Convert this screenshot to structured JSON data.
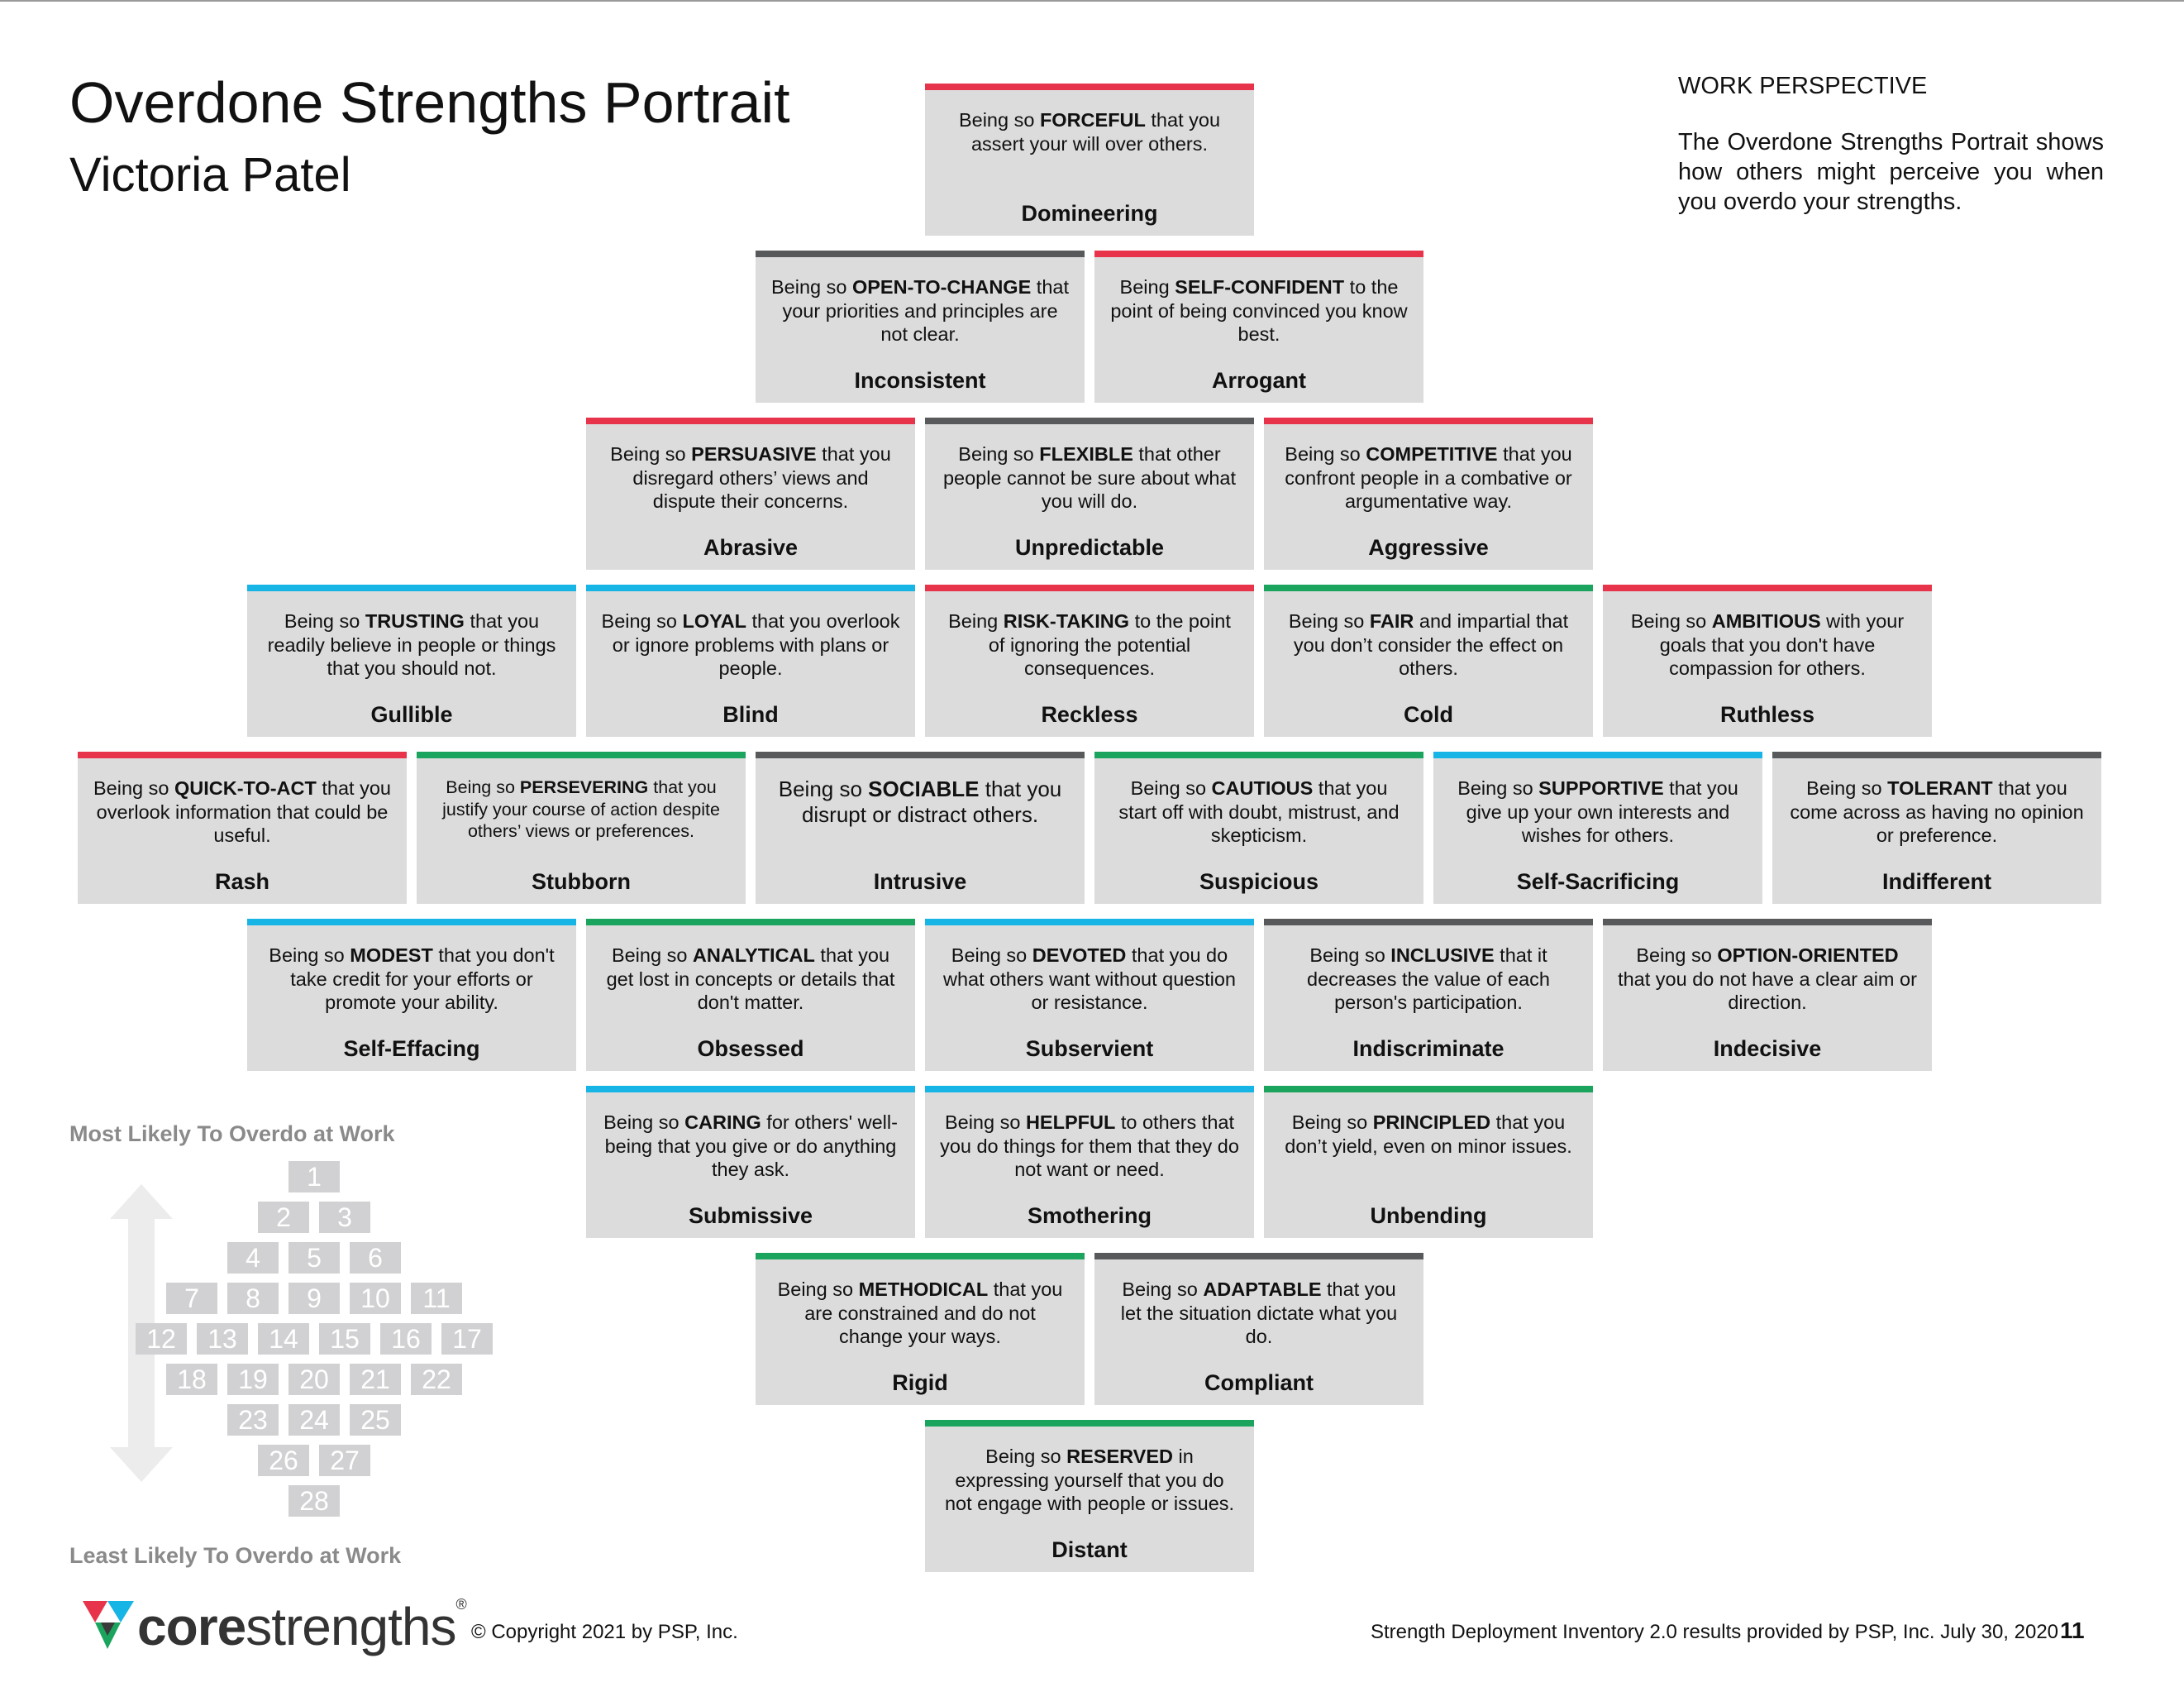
{
  "header": {
    "title": "Overdone Strengths Portrait",
    "subtitle": "Victoria Patel"
  },
  "work_perspective": {
    "label": "WORK PERSPECTIVE",
    "text": "The Overdone Strengths Portrait shows how others might perceive you when you overdo your strengths."
  },
  "colors": {
    "red": "#e8344a",
    "gray": "#58595b",
    "blue": "#17b4e6",
    "green": "#1ba45d",
    "card_bg": "#dcdcdd"
  },
  "cards": [
    {
      "rank": 1,
      "color": "red",
      "pre": "Being so ",
      "bold": "FORCEFUL",
      "post": " that you assert your will over others.",
      "name": "Domineering"
    },
    {
      "rank": 2,
      "color": "gray",
      "pre": "Being so ",
      "bold": "OPEN-TO-CHANGE",
      "post": " that your priorities and principles are not clear.",
      "name": "Inconsistent"
    },
    {
      "rank": 3,
      "color": "red",
      "pre": "Being ",
      "bold": "SELF-CONFIDENT",
      "post": " to the point of being convinced you know best.",
      "name": "Arrogant"
    },
    {
      "rank": 4,
      "color": "red",
      "pre": "Being so ",
      "bold": "PERSUASIVE",
      "post": " that you disregard others’ views and dispute their concerns.",
      "name": "Abrasive"
    },
    {
      "rank": 5,
      "color": "gray",
      "pre": "Being so ",
      "bold": "FLEXIBLE",
      "post": " that other people cannot be sure about what you will do.",
      "name": "Unpredictable"
    },
    {
      "rank": 6,
      "color": "red",
      "pre": "Being so ",
      "bold": "COMPETITIVE",
      "post": " that you confront people in a combative or argumentative way.",
      "name": "Aggressive"
    },
    {
      "rank": 7,
      "color": "blue",
      "pre": "Being so ",
      "bold": "TRUSTING",
      "post": " that you readily believe in people or things that you should not.",
      "name": "Gullible"
    },
    {
      "rank": 8,
      "color": "blue",
      "pre": "Being so ",
      "bold": "LOYAL",
      "post": " that you overlook or ignore problems with plans or people.",
      "name": "Blind"
    },
    {
      "rank": 9,
      "color": "red",
      "pre": "Being ",
      "bold": "RISK-TAKING",
      "post": " to the point of ignoring the potential consequences.",
      "name": "Reckless"
    },
    {
      "rank": 10,
      "color": "green",
      "pre": "Being so ",
      "bold": "FAIR",
      "post": " and impartial that you don’t consider the effect on others.",
      "name": "Cold"
    },
    {
      "rank": 11,
      "color": "red",
      "pre": "Being so ",
      "bold": "AMBITIOUS",
      "post": " with your goals that you don't have compassion for others.",
      "name": "Ruthless"
    },
    {
      "rank": 12,
      "color": "red",
      "pre": "Being so ",
      "bold": "QUICK-TO-ACT",
      "post": " that you overlook information that could be useful.",
      "name": "Rash"
    },
    {
      "rank": 13,
      "color": "green",
      "pre": "Being so ",
      "bold": "PERSEVERING",
      "post": " that you justify your course of action despite others’ views or preferences.",
      "name": "Stubborn",
      "small": true
    },
    {
      "rank": 14,
      "color": "gray",
      "pre": "Being so ",
      "bold": "SOCIABLE",
      "post": " that you disrupt or distract others.",
      "name": "Intrusive",
      "large": true
    },
    {
      "rank": 15,
      "color": "green",
      "pre": "Being so ",
      "bold": "CAUTIOUS",
      "post": " that you start off with doubt, mistrust, and skepticism.",
      "name": "Suspicious"
    },
    {
      "rank": 16,
      "color": "blue",
      "pre": "Being so ",
      "bold": "SUPPORTIVE",
      "post": " that you give up your own interests and wishes for others.",
      "name": "Self-Sacrificing"
    },
    {
      "rank": 17,
      "color": "gray",
      "pre": "Being so ",
      "bold": "TOLERANT",
      "post": " that you come across as having no opinion or preference.",
      "name": "Indifferent"
    },
    {
      "rank": 18,
      "color": "blue",
      "pre": "Being so ",
      "bold": "MODEST",
      "post": " that you don't take credit for your efforts or promote your ability.",
      "name": "Self-Effacing"
    },
    {
      "rank": 19,
      "color": "green",
      "pre": "Being so ",
      "bold": "ANALYTICAL",
      "post": " that you get lost in concepts or details that don't matter.",
      "name": "Obsessed"
    },
    {
      "rank": 20,
      "color": "blue",
      "pre": "Being so ",
      "bold": "DEVOTED",
      "post": " that you do what others want without question or resistance.",
      "name": "Subservient"
    },
    {
      "rank": 21,
      "color": "gray",
      "pre": "Being so ",
      "bold": "INCLUSIVE",
      "post": " that it decreases the value of each person's participation.",
      "name": "Indiscriminate"
    },
    {
      "rank": 22,
      "color": "gray",
      "pre": "Being so ",
      "bold": "OPTION-ORIENTED",
      "post": " that you do not have a clear aim or direction.",
      "name": "Indecisive"
    },
    {
      "rank": 23,
      "color": "blue",
      "pre": "Being so ",
      "bold": "CARING",
      "post": " for others' well-being that you give or do anything they ask.",
      "name": "Submissive"
    },
    {
      "rank": 24,
      "color": "blue",
      "pre": "Being so ",
      "bold": "HELPFUL",
      "post": " to others that you do things for them that they do not want or need.",
      "name": "Smothering"
    },
    {
      "rank": 25,
      "color": "green",
      "pre": "Being so ",
      "bold": "PRINCIPLED",
      "post": " that you don’t yield, even on minor issues.",
      "name": "Unbending"
    },
    {
      "rank": 26,
      "color": "green",
      "pre": "Being so ",
      "bold": "METHODICAL",
      "post": " that you are constrained and do not change your ways.",
      "name": "Rigid"
    },
    {
      "rank": 27,
      "color": "gray",
      "pre": "Being so ",
      "bold": "ADAPTABLE",
      "post": " that you let the situation dictate what you do.",
      "name": "Compliant"
    },
    {
      "rank": 28,
      "color": "green",
      "pre": "Being so ",
      "bold": "RESERVED",
      "post": " in expressing yourself that you do not engage with people or issues.",
      "name": "Distant"
    }
  ],
  "legend": {
    "top_label": "Most Likely To Overdo at Work",
    "bottom_label": "Least Likely To Overdo at Work",
    "numbers": [
      "1",
      "2",
      "3",
      "4",
      "5",
      "6",
      "7",
      "8",
      "9",
      "10",
      "11",
      "12",
      "13",
      "14",
      "15",
      "16",
      "17",
      "18",
      "19",
      "20",
      "21",
      "22",
      "23",
      "24",
      "25",
      "26",
      "27",
      "28"
    ]
  },
  "footer": {
    "logo_core": "core",
    "logo_strengths": "strengths",
    "logo_reg": "®",
    "copyright": "© Copyright 2021 by PSP, Inc.",
    "provided_by": "Strength Deployment Inventory 2.0 results provided by PSP, Inc. July 30, 2020",
    "page_number": "11"
  }
}
